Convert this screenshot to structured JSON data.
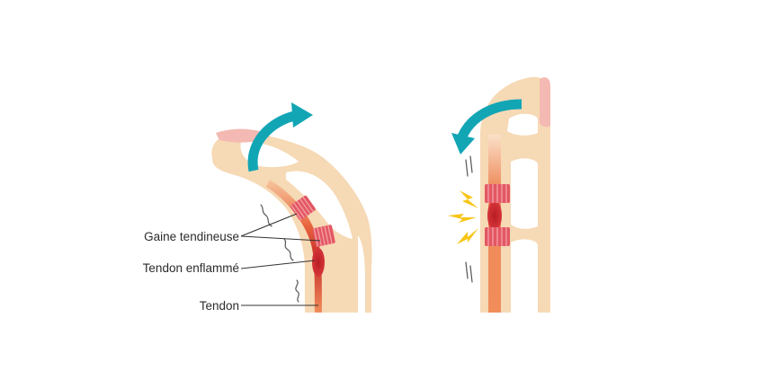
{
  "labels": {
    "sheath": "Gaine tendineuse",
    "inflamed": "Tendon enflammé",
    "tendon": "Tendon"
  },
  "colors": {
    "bone": "#f6d9b5",
    "nail": "#f4b9b2",
    "tendon": "#ef8b5a",
    "inflamed": "#c9252b",
    "sheath": "#e35763",
    "arrow": "#12a6b5",
    "bolt": "#f8c516"
  },
  "icons": {
    "flex_arrow": "curved-arrow-right-icon",
    "extend_arrow": "curved-arrow-left-icon",
    "pain": "lightning-bolt-icon"
  }
}
